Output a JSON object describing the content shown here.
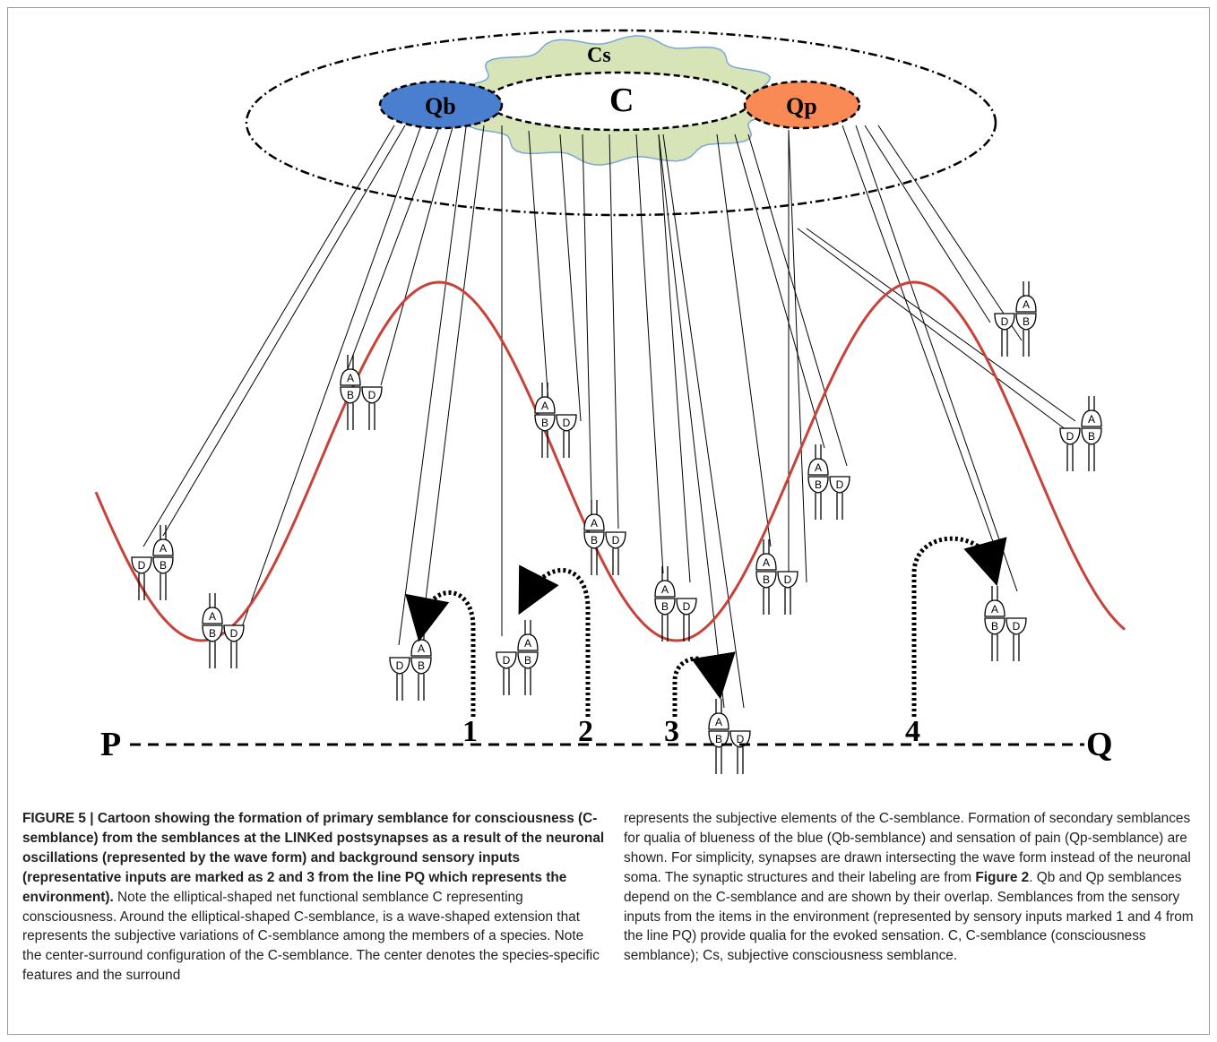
{
  "figure": {
    "labels": {
      "c": "C",
      "cs": "Cs",
      "qb": "Qb",
      "qp": "Qp",
      "p": "P",
      "q": "Q",
      "input_1": "1",
      "input_2": "2",
      "input_3": "3",
      "input_4": "4",
      "synapse_a": "A",
      "synapse_b": "B",
      "synapse_d": "D"
    },
    "colors": {
      "qb_fill": "#4a7fcf",
      "qp_fill": "#f98a55",
      "cs_fill": "#d6e4b8",
      "cs_stroke": "#7aa7d6",
      "wave": "#c8423a"
    }
  },
  "caption": {
    "title": "FIGURE 5 | Cartoon showing the formation of primary semblance for consciousness (C-semblance) from the semblances at the LINKed postsynapses as a result of the neuronal oscillations (represented by the wave form) and background sensory inputs (representative inputs are marked as 2 and 3 from the line PQ which represents the environment).",
    "body_left": "Note the elliptical-shaped net functional semblance C representing consciousness. Around the elliptical-shaped C-semblance, is a wave-shaped extension that represents the subjective variations of C-semblance among the members of a species. Note the center-surround configuration of the C-semblance. The center denotes the species-specific features and the surround",
    "body_right_1": "represents the subjective elements of the C-semblance. Formation of secondary semblances for qualia of blueness of the blue (Qb-semblance) and sensation of pain (Qp-semblance) are shown. For simplicity, synapses are drawn intersecting the wave form instead of the neuronal soma. The synaptic structures and their labeling are from ",
    "body_right_ref": "Figure 2",
    "body_right_2": ". Qb and Qp semblances depend on the C-semblance and are shown by their overlap. Semblances from the sensory inputs from the items in the environment (represented by sensory inputs marked 1 and 4 from the line PQ) provide qualia for the evoked sensation. C, C-semblance (consciousness semblance); Cs, subjective consciousness semblance."
  }
}
